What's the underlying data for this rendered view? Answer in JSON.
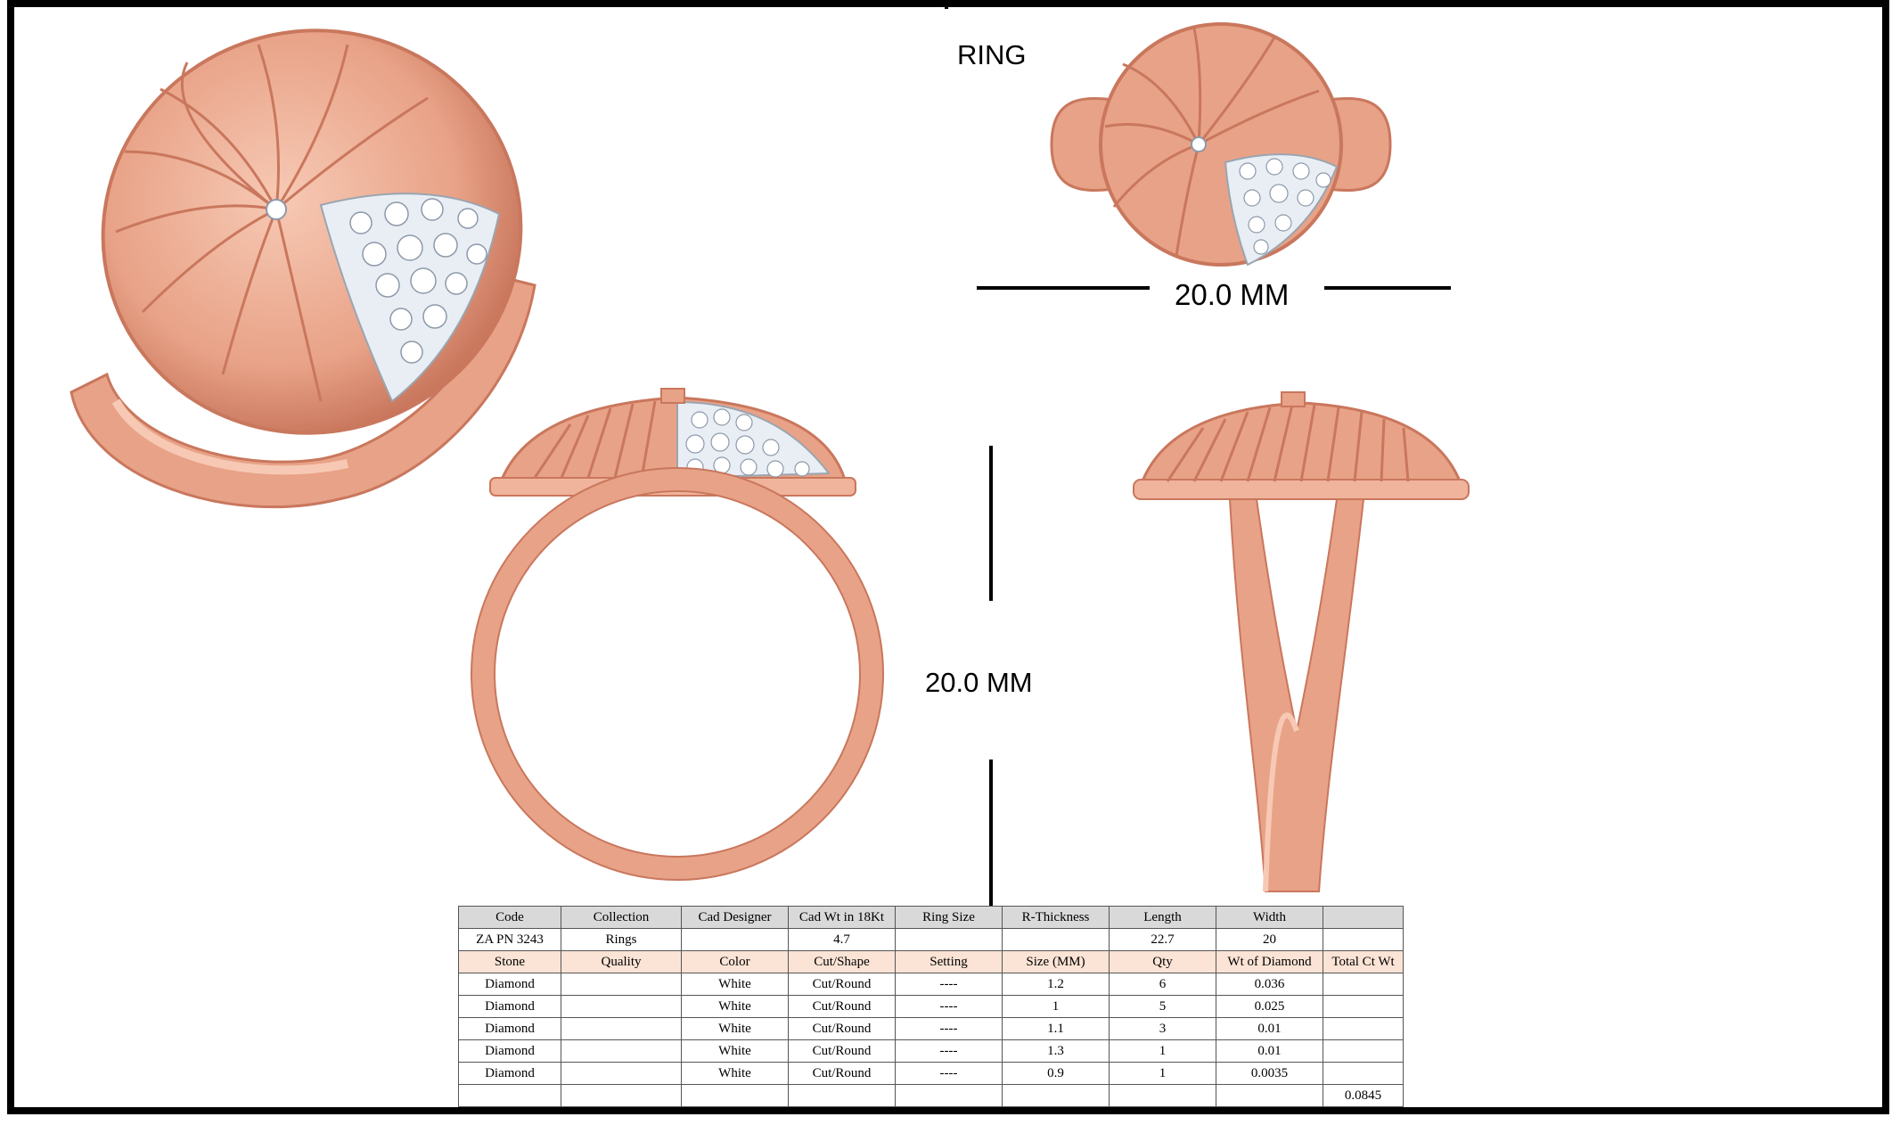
{
  "sheet": {
    "title": "RING",
    "width_dimension": "20.0 MM",
    "height_dimension": "20.0  MM"
  },
  "colors": {
    "rose_gold": "#e8a287",
    "rose_gold_dark": "#c9775d",
    "rose_gold_light": "#f7c9b4",
    "diamond": "#e9eef5",
    "border": "#000000"
  },
  "spec_table": {
    "header": [
      "Code",
      "Collection",
      "Cad Designer",
      "Cad Wt in 18Kt",
      "Ring Size",
      "R-Thickness",
      "Length",
      "Width",
      ""
    ],
    "product": [
      "ZA PN 3243",
      "Rings",
      "",
      "4.7",
      "",
      "",
      "22.7",
      "20",
      ""
    ],
    "stone_header": [
      "Stone",
      "Quality",
      "Color",
      "Cut/Shape",
      "Setting",
      "Size (MM)",
      "Qty",
      "Wt of Diamond",
      "Total Ct Wt"
    ],
    "stones": [
      [
        "Diamond",
        "",
        "White",
        "Cut/Round",
        "----",
        "1.2",
        "6",
        "0.036",
        ""
      ],
      [
        "Diamond",
        "",
        "White",
        "Cut/Round",
        "----",
        "1",
        "5",
        "0.025",
        ""
      ],
      [
        "Diamond",
        "",
        "White",
        "Cut/Round",
        "----",
        "1.1",
        "3",
        "0.01",
        ""
      ],
      [
        "Diamond",
        "",
        "White",
        "Cut/Round",
        "----",
        "1.3",
        "1",
        "0.01",
        ""
      ],
      [
        "Diamond",
        "",
        "White",
        "Cut/Round",
        "----",
        "0.9",
        "1",
        "0.0035",
        ""
      ]
    ],
    "total": [
      "",
      "",
      "",
      "",
      "",
      "",
      "",
      "",
      "0.0845"
    ]
  }
}
